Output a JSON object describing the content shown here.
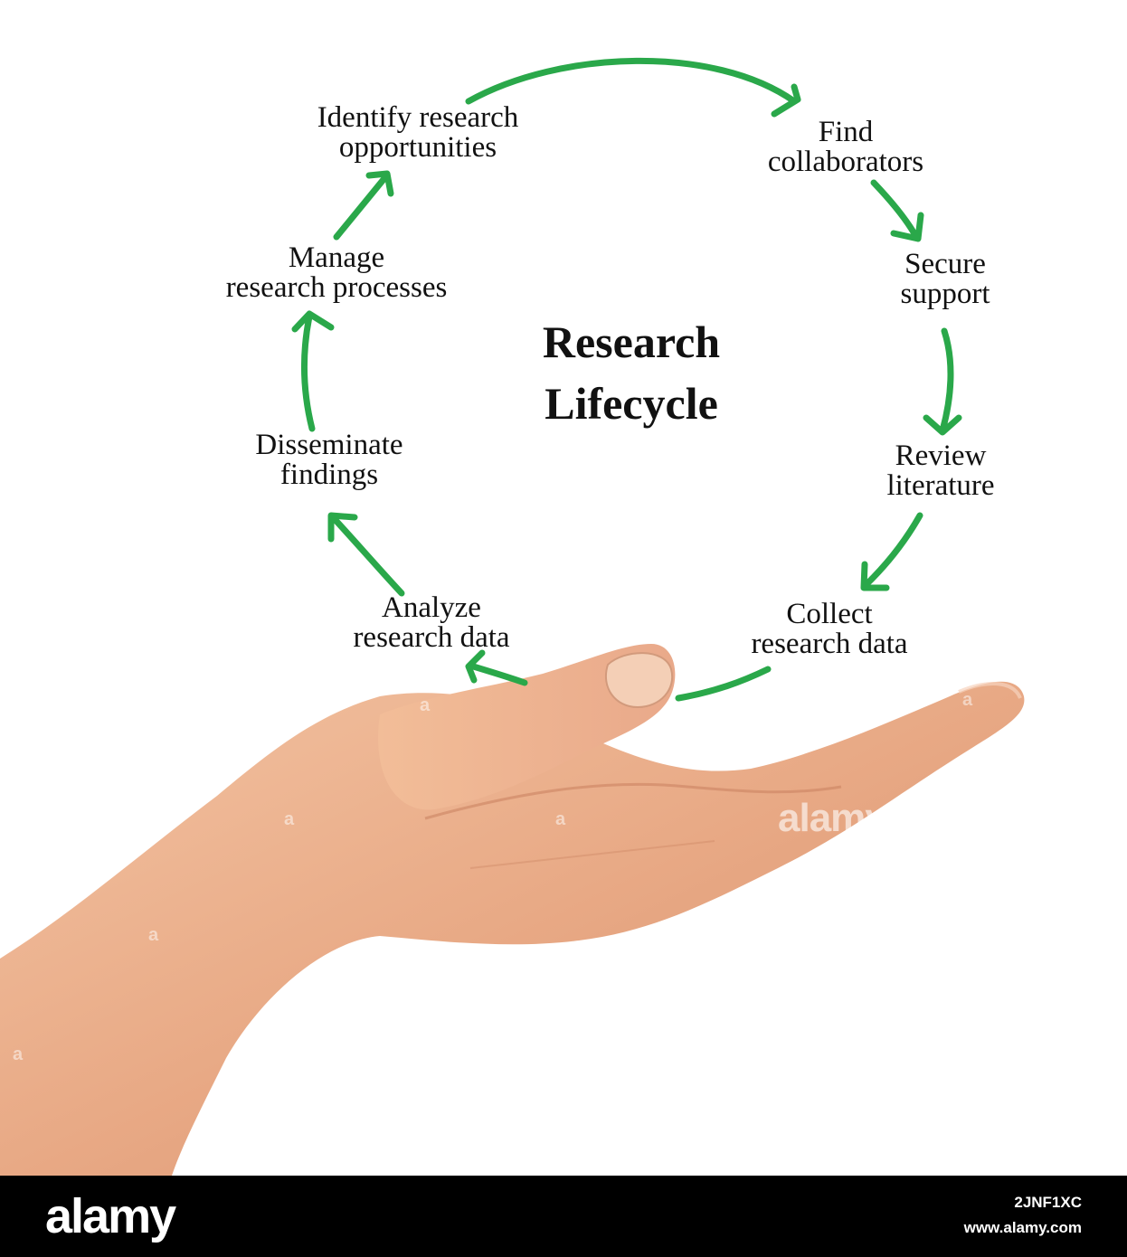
{
  "diagram": {
    "title_lines": [
      "Research",
      "Lifecycle"
    ],
    "steps": [
      {
        "lines": [
          "Identify research",
          "opportunities"
        ]
      },
      {
        "lines": [
          "Find",
          "collaborators"
        ]
      },
      {
        "lines": [
          "Secure",
          "support"
        ]
      },
      {
        "lines": [
          "Review",
          "literature"
        ]
      },
      {
        "lines": [
          "Collect",
          "research data"
        ]
      },
      {
        "lines": [
          "Analyze",
          "research data"
        ]
      },
      {
        "lines": [
          "Disseminate",
          "findings"
        ]
      },
      {
        "lines": [
          "Manage",
          "research processes"
        ]
      }
    ],
    "arrow_color": "#2aa84a",
    "text_color": "#111111"
  },
  "photo": {
    "subject": "hand-icon",
    "skin_color": "#eab08e"
  },
  "watermark": {
    "text": "alamy"
  },
  "footer": {
    "logo": "alamy",
    "image_id": "2JNF1XC",
    "url": "www.alamy.com"
  }
}
